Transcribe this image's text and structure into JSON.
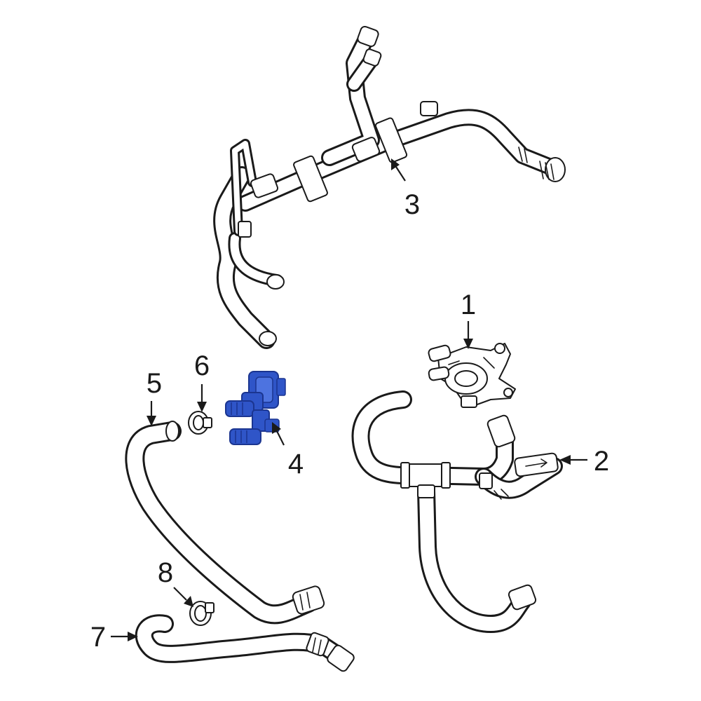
{
  "callouts": [
    {
      "id": "1",
      "label": "1"
    },
    {
      "id": "2",
      "label": "2"
    },
    {
      "id": "3",
      "label": "3"
    },
    {
      "id": "4",
      "label": "4"
    },
    {
      "id": "5",
      "label": "5"
    },
    {
      "id": "6",
      "label": "6"
    },
    {
      "id": "7",
      "label": "7"
    },
    {
      "id": "8",
      "label": "8"
    }
  ],
  "colors": {
    "line": "#1a1a1a",
    "highlight": "#2f55c8",
    "highlight_dark": "#1b3590",
    "background": "#ffffff"
  }
}
